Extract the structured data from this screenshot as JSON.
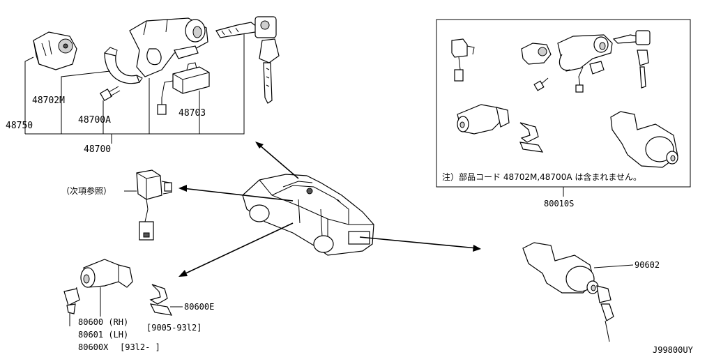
{
  "labels": {
    "p48750": "48750",
    "p48702M": "48702M",
    "p48700A": "48700A",
    "p48703": "48703",
    "p48700": "48700",
    "ref_next": "（次項参照）",
    "note": "注）部品コード 48702M,48700A は含まれません。",
    "p80010S": "80010S",
    "p90602": "90602",
    "p80600E": "80600E",
    "p80600": "80600 (RH)",
    "p80601": "80601 (LH)",
    "p80600X": "80600X",
    "range1": "[9005-93l2]",
    "range2": "[93l2-   ]",
    "diagram_id": "J99800UY"
  }
}
